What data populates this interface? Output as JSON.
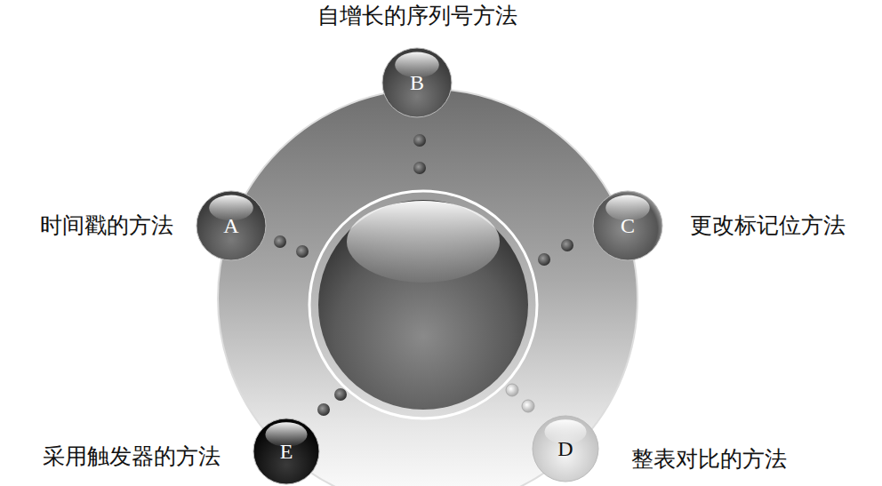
{
  "diagram": {
    "nodes": [
      {
        "text": [
          "B",
          "自增长的序列号方法"
        ]
      },
      {
        "text": [
          "A",
          "时间戳的方法"
        ]
      },
      {
        "text": [
          "C",
          "更改标记位方法"
        ]
      },
      {
        "text": [
          "E",
          "采用触发器的方法"
        ]
      },
      {
        "text": [
          "D",
          "整表对比的方法"
        ]
      }
    ]
  }
}
